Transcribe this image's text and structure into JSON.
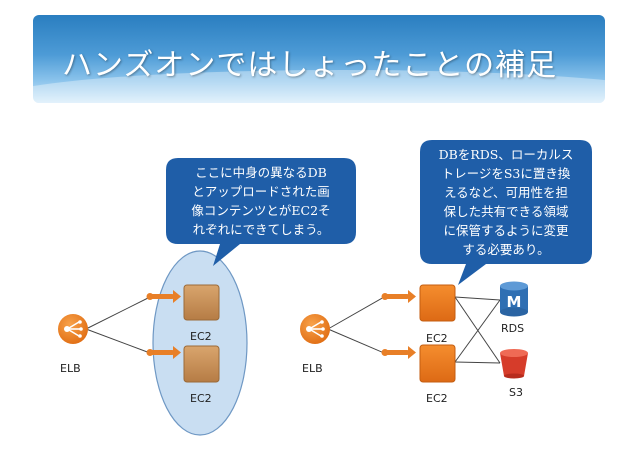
{
  "slide": {
    "title": "ハンズオンではしょったことの補足",
    "left_callout": [
      "ここに中身の異なるDB",
      "とアップロードされた画",
      "像コンテンツとがEC2そ",
      "れぞれにできてしまう。"
    ],
    "right_callout": [
      "DBをRDS、ローカルス",
      "トレージをS3に置き換",
      "えるなど、可用性を担",
      "保した共有できる領域",
      "に保管するように変更",
      "する必要あり。"
    ]
  },
  "labels": {
    "elb_left": "ELB",
    "ec2_left_top": "EC2",
    "ec2_left_bottom": "EC2",
    "elb_right": "ELB",
    "ec2_right_top": "EC2",
    "ec2_right_bottom": "EC2",
    "rds": "RDS",
    "s3": "S3",
    "rds_icon_letter": "M"
  },
  "colors": {
    "banner": "#3b8fd0",
    "callout": "#1f5ea8",
    "ec2_left": "#c9935a",
    "ec2_right": "#ea7a24",
    "elb": "#ef8a2a",
    "ellipse": "#c9def2",
    "rds": "#2f6fb3",
    "s3": "#d63c2a"
  }
}
